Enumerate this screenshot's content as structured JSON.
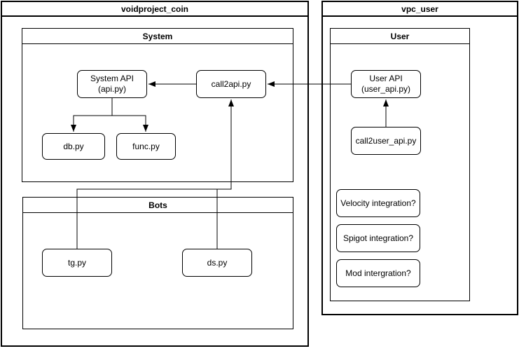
{
  "colors": {
    "stroke": "#000000",
    "node_fill": "#ffffff",
    "background": "#ffffff",
    "text": "#000000"
  },
  "containers": {
    "voidproject_coin": {
      "title": "voidproject_coin"
    },
    "system": {
      "title": "System"
    },
    "bots": {
      "title": "Bots"
    },
    "vpc_user": {
      "title": "vpc_user"
    },
    "user": {
      "title": "User"
    }
  },
  "nodes": {
    "system_api": {
      "line1": "System API",
      "line2": "(api.py)"
    },
    "call2api": {
      "label": "call2api.py"
    },
    "db": {
      "label": "db.py"
    },
    "func": {
      "label": "func.py"
    },
    "tg": {
      "label": "tg.py"
    },
    "ds": {
      "label": "ds.py"
    },
    "user_api": {
      "line1": "User API",
      "line2": "(user_api.py)"
    },
    "call2user_api": {
      "label": "call2user_api.py"
    },
    "velocity": {
      "label": "Velocity integration?"
    },
    "spigot": {
      "label": "Spigot integration?"
    },
    "mod": {
      "label": "Mod intergration?"
    }
  },
  "edges": [
    {
      "from": "user_api",
      "to": "call2api"
    },
    {
      "from": "call2api",
      "to": "system_api"
    },
    {
      "from": "call2user_api",
      "to": "user_api"
    },
    {
      "from": "system_api",
      "to": "db"
    },
    {
      "from": "system_api",
      "to": "func"
    },
    {
      "from": "tg",
      "to": "call2api"
    },
    {
      "from": "ds",
      "to": "call2api"
    }
  ]
}
